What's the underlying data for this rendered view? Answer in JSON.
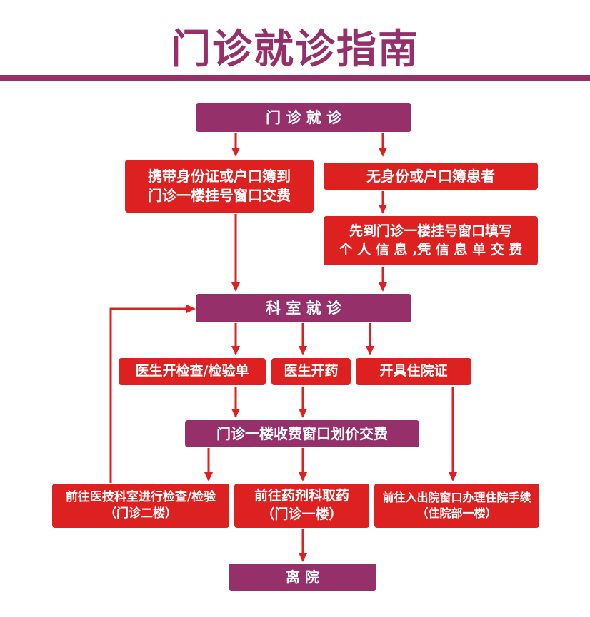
{
  "title": "门诊就诊指南",
  "colors": {
    "title": "#96306b",
    "purple_box": "#96306b",
    "red_box": "#dd2121",
    "arrow": "#dd2121",
    "text": "#ffffff"
  },
  "nodes": {
    "outpatient": "门 诊 就 诊",
    "with_id": [
      "携带身份证或户口簿到",
      "门诊一楼挂号窗口交费"
    ],
    "without_id": "无身份或户口簿患者",
    "fill_info": [
      "先到门诊一楼挂号窗口填写",
      "个 人 信 息 ,凭 信 息 单 交 费"
    ],
    "department": "科 室 就 诊",
    "exam_order": "医生开检查/检验单",
    "prescribe": "医生开药",
    "admission_cert": "开具住院证",
    "pay_window": "门诊一楼收费窗口划价交费",
    "medtech": [
      "前往医技科室进行检查/检验",
      "（门诊二楼）"
    ],
    "pharmacy": [
      "前往药剂科取药",
      "（门诊一楼）"
    ],
    "admission_office": [
      "前往入出院窗口办理住院手续",
      "（住院部一楼）"
    ],
    "leave": "离 院"
  }
}
